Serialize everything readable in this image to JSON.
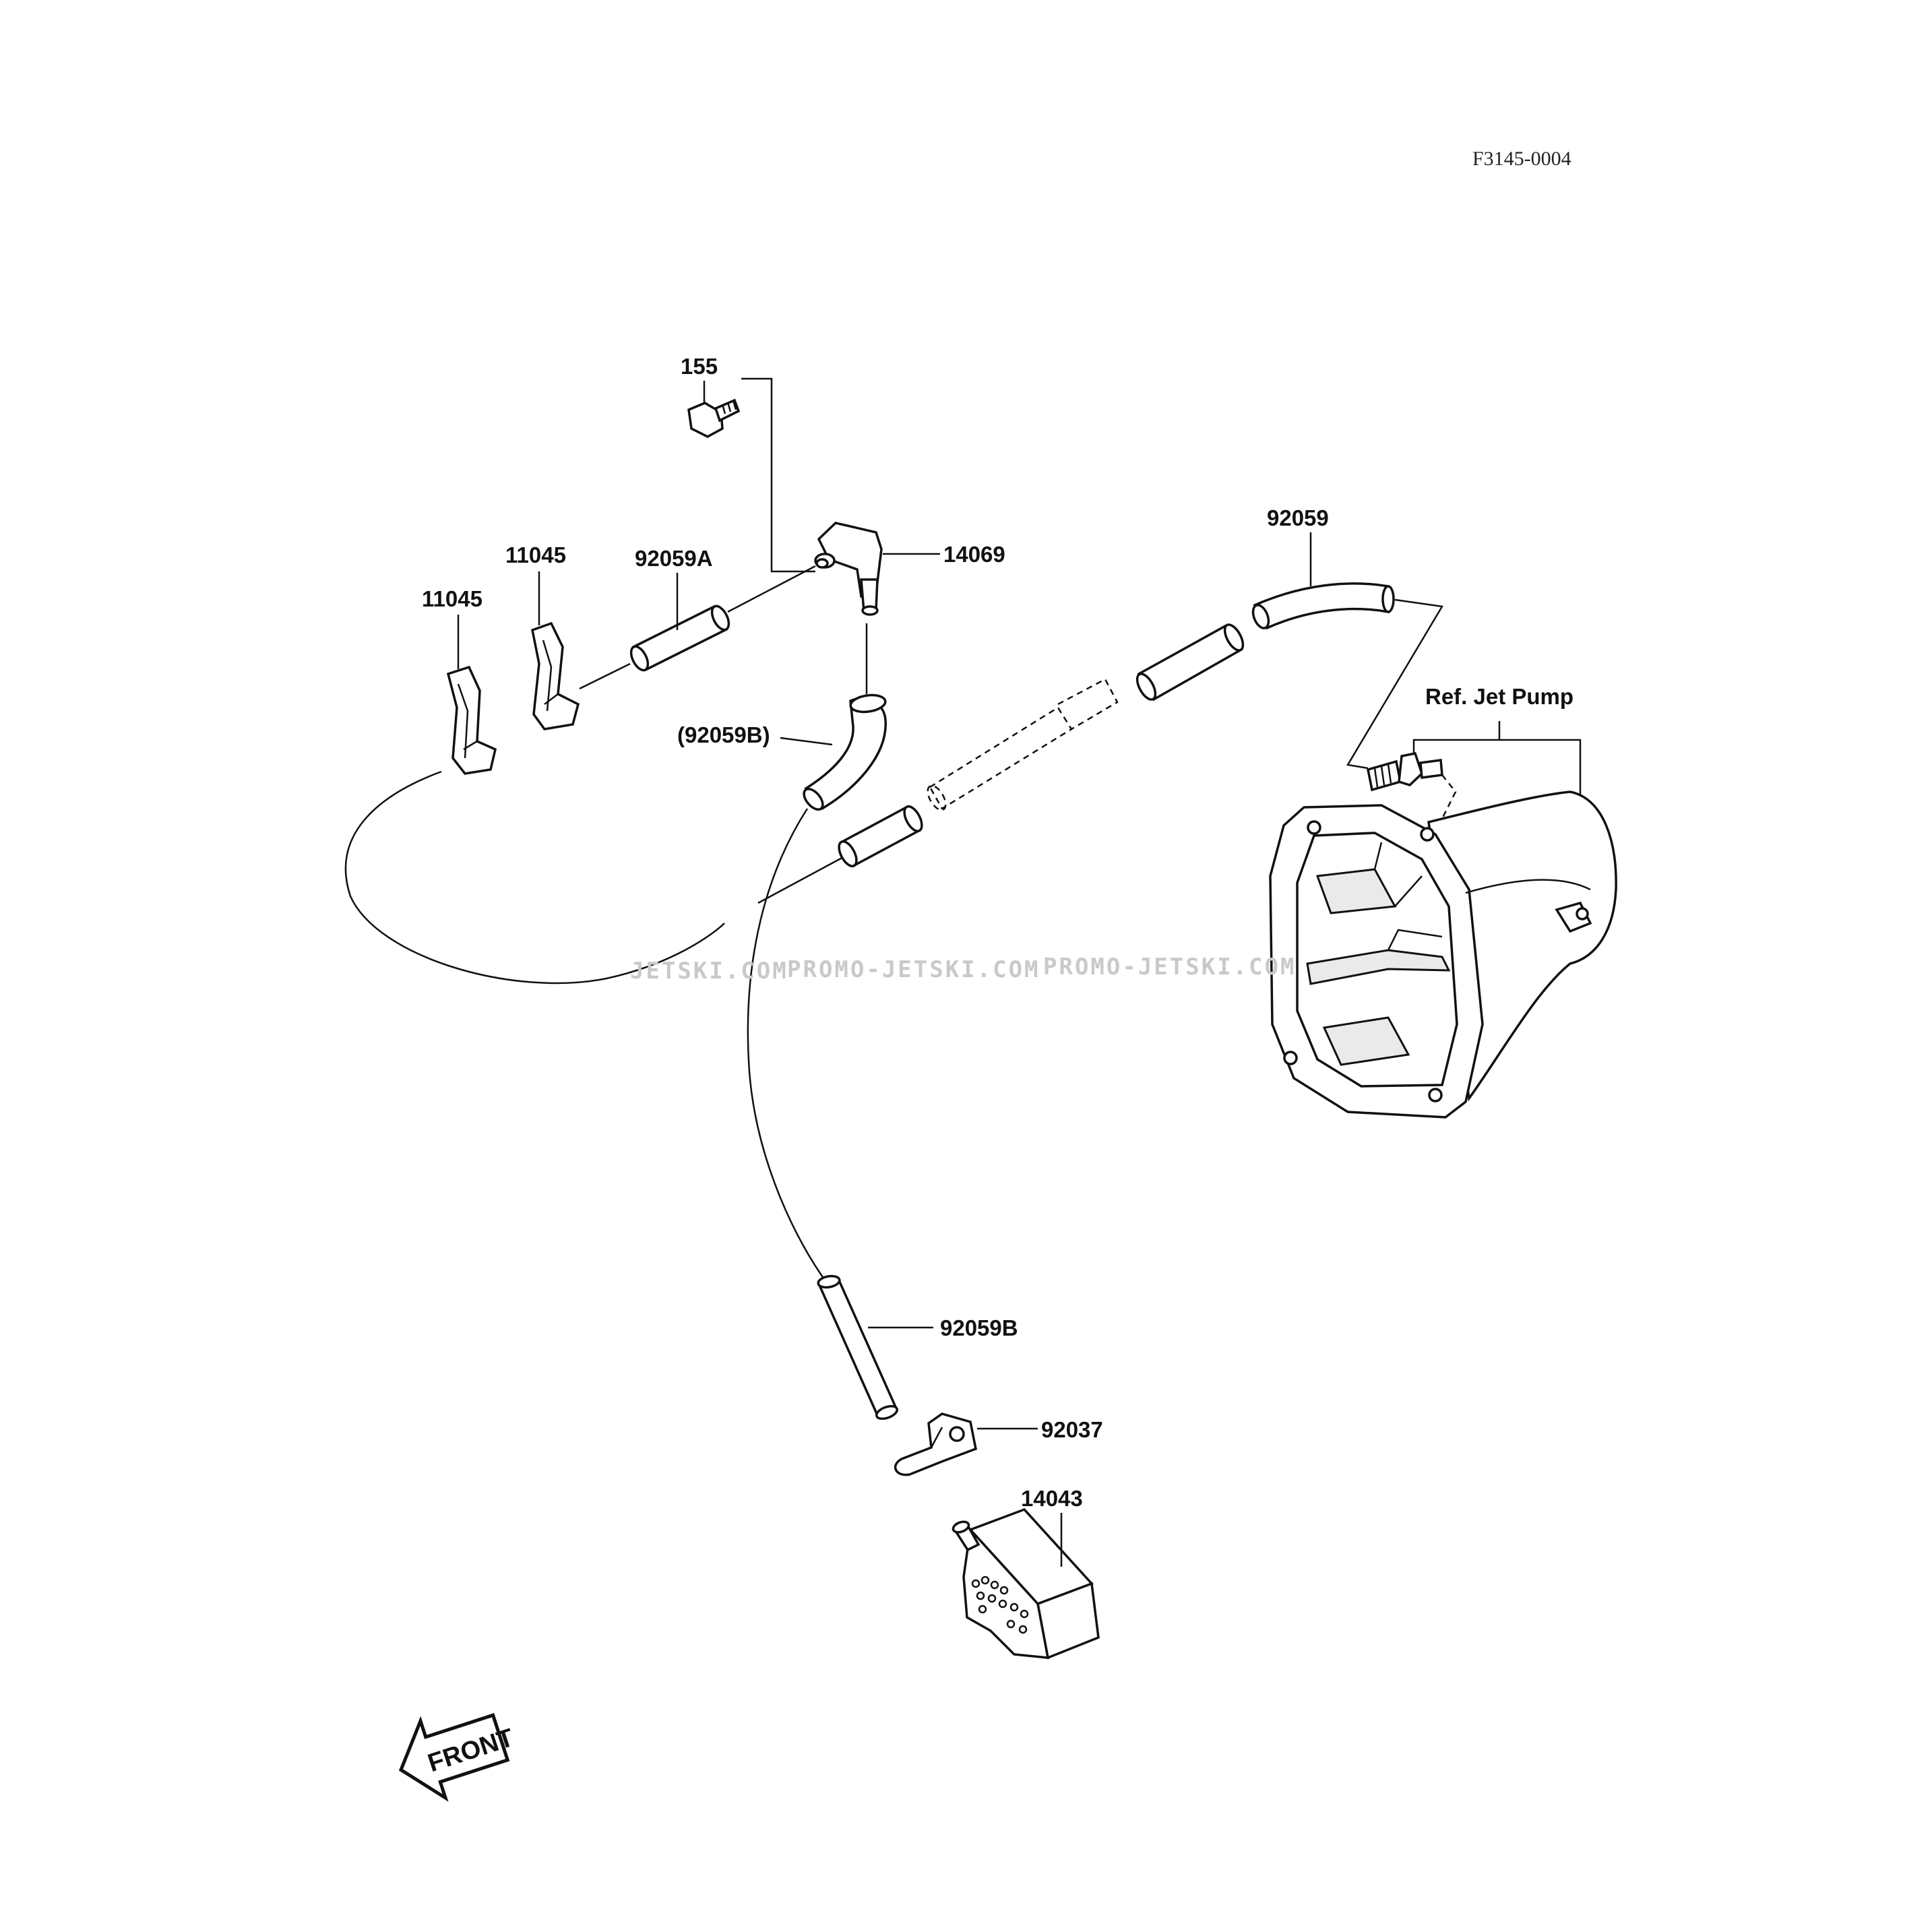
{
  "diagram_code": "F3145-0004",
  "watermarks": [
    "JETSKI.COM",
    "PROMO-JETSKI.COM",
    "PROMO-JETSKI.COM"
  ],
  "parts": {
    "bolt": "155",
    "fitting": "14069",
    "hose_a": "92059A",
    "clip_upper": "11045",
    "clip_lower": "11045",
    "hose_b_ref": "(92059B)",
    "hose_main": "92059",
    "ref_jet_pump": "Ref. Jet Pump",
    "hose_b": "92059B",
    "clamp": "92037",
    "filter": "14043"
  },
  "front_label": "FRONT"
}
